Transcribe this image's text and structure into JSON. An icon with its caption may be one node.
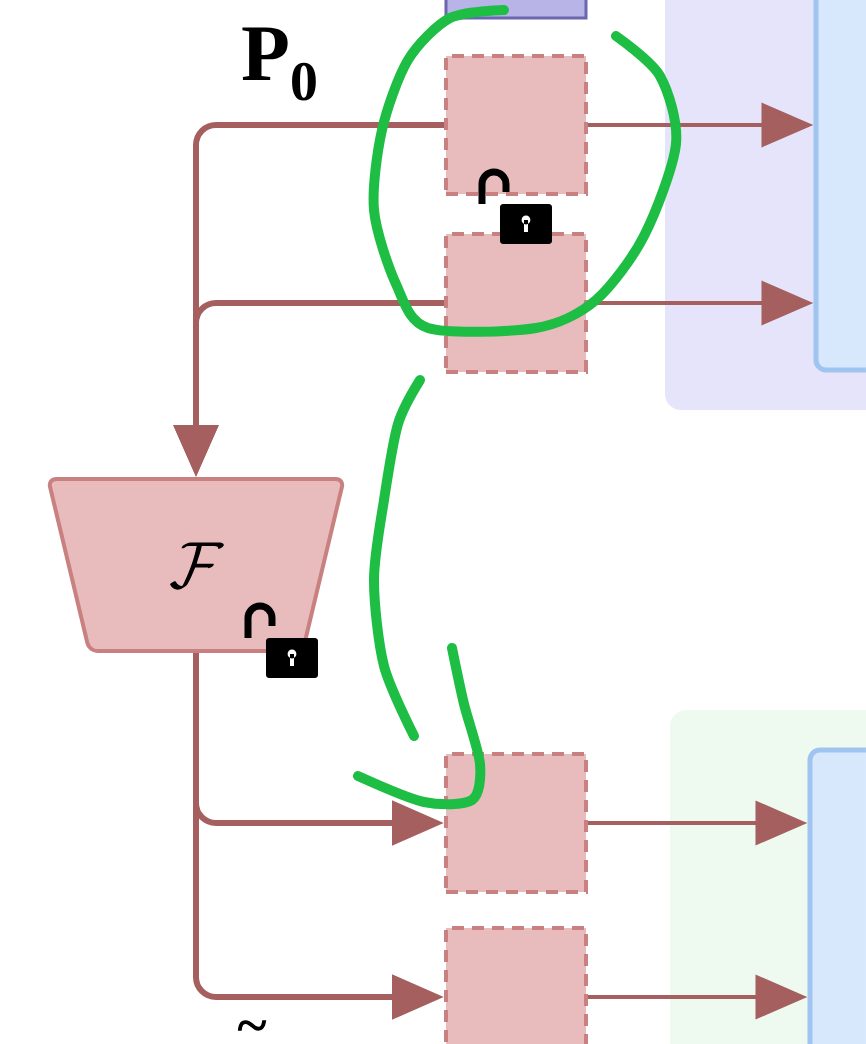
{
  "diagram": {
    "nodes": [
      {
        "text": [],
        "shape": "box"
      },
      {
        "text": [],
        "shape": "box"
      },
      {
        "text": [],
        "shape": "box"
      },
      {
        "text": [],
        "shape": "box"
      },
      {
        "text": [],
        "shape": "box",
        "in": 3
      },
      {
        "text": [
          "\\mathcal{F}"
        ]
      },
      {
        "text": [],
        "shape": "box"
      },
      {
        "text": [],
        "shape": "box"
      },
      {
        "text": [],
        "shape": "box"
      },
      {
        "text": [],
        "shape": "box",
        "in": 8
      }
    ],
    "edges": [
      {
        "from": 1,
        "to": 5,
        "arrow": "to"
      },
      {
        "from": 2,
        "to": 5,
        "arrow": "to"
      },
      {
        "from": 1,
        "to": 4,
        "arrow": "to"
      },
      {
        "from": 2,
        "to": 4,
        "arrow": "to"
      },
      {
        "from": 5,
        "to": 6,
        "arrow": "to"
      },
      {
        "from": 5,
        "to": 7,
        "arrow": "to"
      },
      {
        "from": 6,
        "to": 9,
        "arrow": "to"
      },
      {
        "from": 7,
        "to": 9,
        "arrow": "to"
      }
    ],
    "labels": [
      "P$_{0}$",
      "~"
    ]
  }
}
